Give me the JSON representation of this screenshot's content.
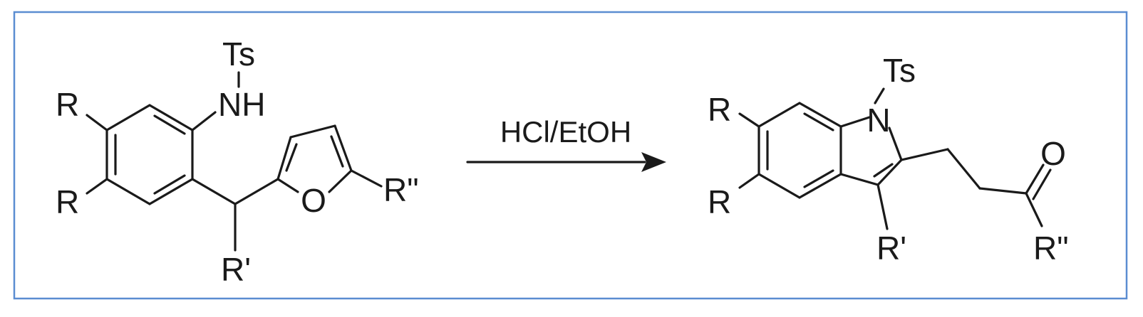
{
  "frame": {
    "border_color": "#5b8dd1",
    "background": "#ffffff"
  },
  "reactant": {
    "labels": {
      "ts": "Ts",
      "nh": "NH",
      "r_top": "R",
      "r_bottom": "R",
      "r_prime": "R'",
      "r_double_prime": "R\"",
      "o_furan": "O"
    }
  },
  "arrow": {
    "conditions": "HCl/EtOH"
  },
  "product": {
    "labels": {
      "ts": "Ts",
      "n": "N",
      "r_top": "R",
      "r_bottom": "R",
      "r_prime": "R'",
      "r_double_prime": "R\"",
      "o_ketone": "O"
    }
  }
}
